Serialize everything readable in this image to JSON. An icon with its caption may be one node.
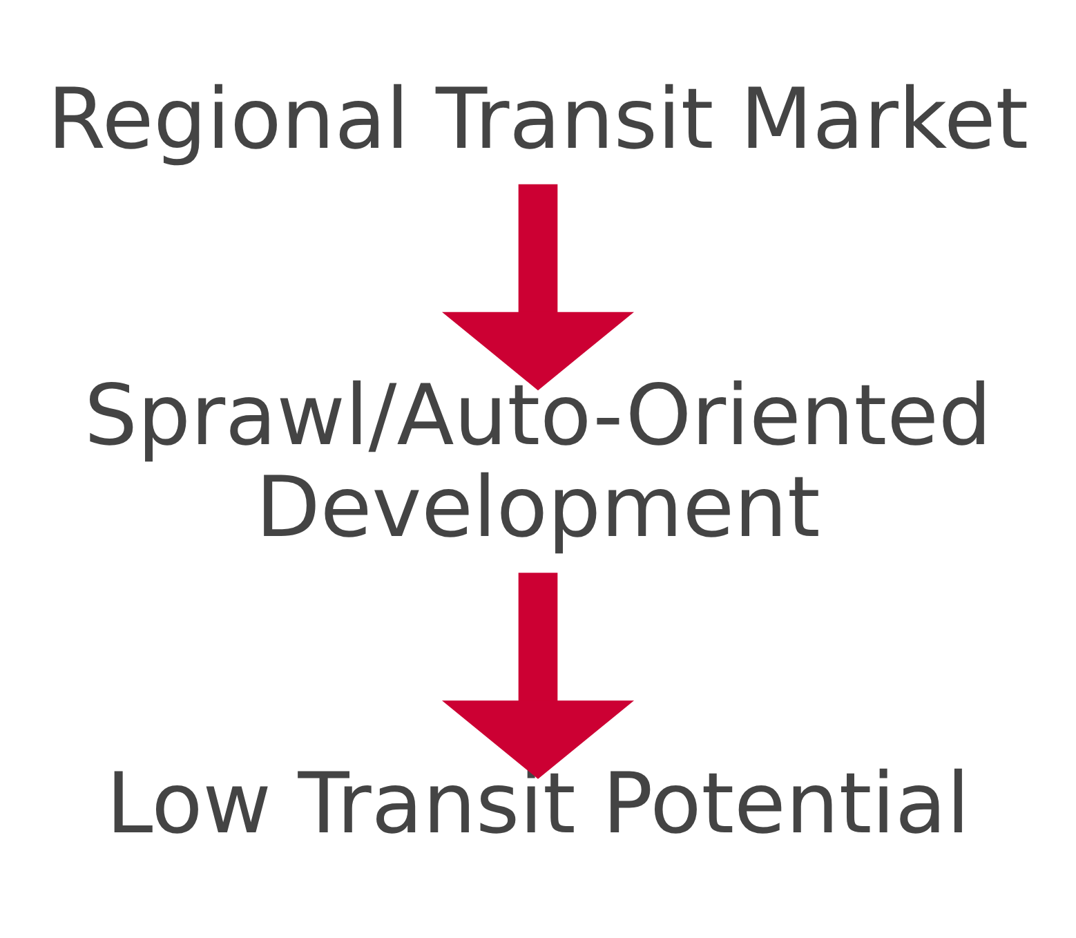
{
  "diagram": {
    "nodes": [
      {
        "text": [
          "Regional Transit Market"
        ]
      },
      {
        "text": [
          "Sprawl/Auto-Oriented Development"
        ]
      },
      {
        "text": [
          "Low Transit Potential"
        ]
      }
    ],
    "edges": [
      {
        "from": 0,
        "to": 1,
        "arrow": "to"
      },
      {
        "from": 1,
        "to": 2,
        "arrow": "to"
      }
    ]
  }
}
